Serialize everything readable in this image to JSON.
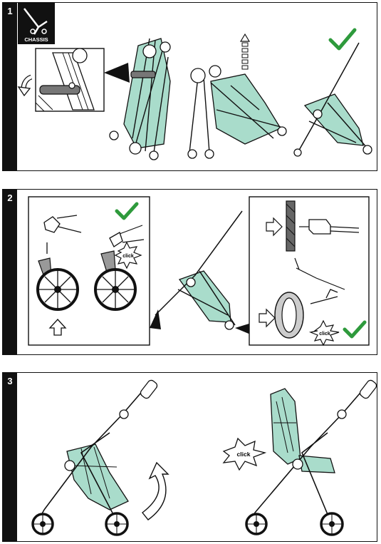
{
  "steps": [
    {
      "number": "1",
      "icon_label": "CHASSIS"
    },
    {
      "number": "2"
    },
    {
      "number": "3"
    }
  ],
  "click_label": "click",
  "colors": {
    "fabric": "#a9dccb",
    "outline": "#111111",
    "check": "#2e9a3c",
    "background": "#ffffff"
  },
  "icons": [
    "chassis-stroller-icon",
    "rotate-arrow-icon",
    "up-arrow-icon",
    "checkmark-icon",
    "click-burst-icon",
    "right-arrow-icon",
    "curved-up-arrow-icon"
  ]
}
